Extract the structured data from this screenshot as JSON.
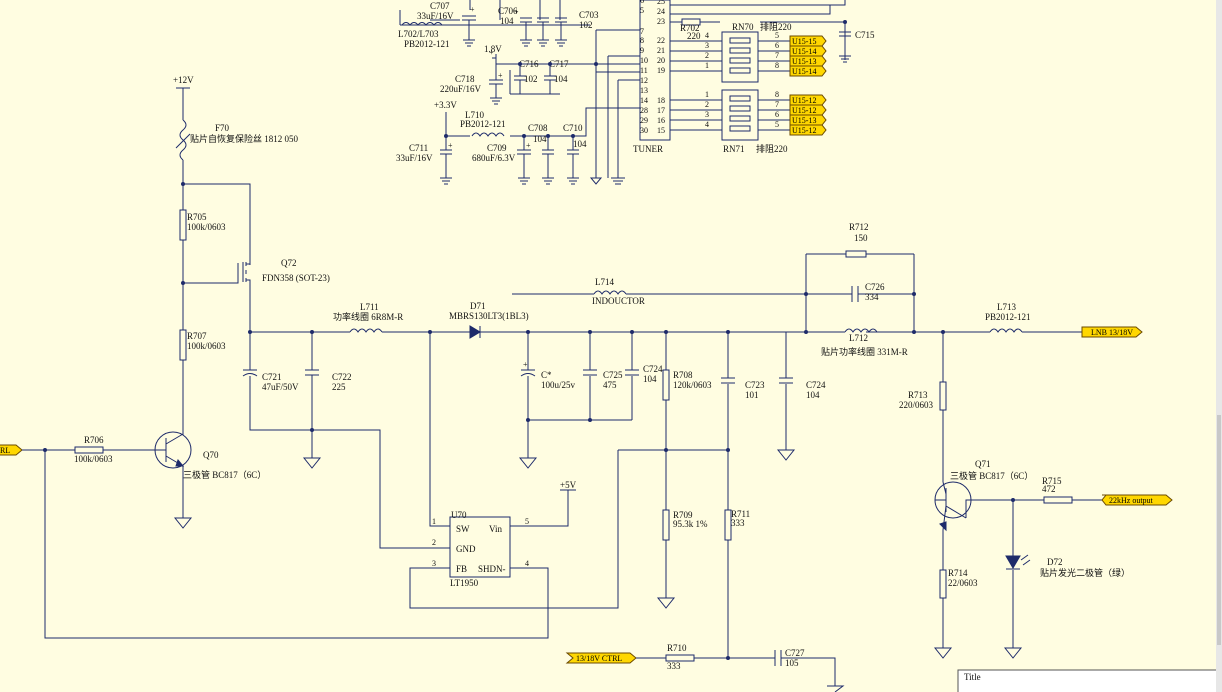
{
  "components": {
    "c707": {
      "ref": "C707",
      "value": "33uF/16V"
    },
    "l702": {
      "ref": "L702/L703",
      "value": "PB2012-121"
    },
    "c706": {
      "ref": "C706",
      "value": "104"
    },
    "c703": {
      "ref": "C703",
      "value": "102"
    },
    "v18": "1.8V",
    "c718": {
      "ref": "C718",
      "value": "220uF/16V"
    },
    "c716": {
      "ref": "C716",
      "value": "102"
    },
    "c717": {
      "ref": "C717",
      "value": "104"
    },
    "v33": "+3.3V",
    "l710": {
      "ref": "L710",
      "value": "PB2012-121"
    },
    "c711": {
      "ref": "C711",
      "value": "33uF/16V"
    },
    "c708": {
      "ref": "C708",
      "value": "104"
    },
    "c709": {
      "ref": "C709",
      "value": "680uF/6.3V"
    },
    "c710": {
      "ref": "C710",
      "value": "104"
    },
    "tuner": {
      "label": "TUNER"
    },
    "r702": {
      "ref": "R702",
      "value": "220"
    },
    "rn70": {
      "ref": "RN70",
      "value": "排阻220"
    },
    "rn71": {
      "ref": "RN71",
      "value": "排阻220"
    },
    "c715": {
      "ref": "C715"
    },
    "v12": "+12V",
    "f70": {
      "ref": "F70",
      "value": "贴片自恢复保险丝 1812 050"
    },
    "r705": {
      "ref": "R705",
      "value": "100k/0603"
    },
    "q72": {
      "ref": "Q72",
      "value": "FDN358 (SOT-23)"
    },
    "r707": {
      "ref": "R707",
      "value": "100k/0603"
    },
    "l711": {
      "ref": "L711",
      "value": "功率线圈 6R8M-R"
    },
    "d71": {
      "ref": "D71",
      "value": "MBRS130LT3(1BL3)"
    },
    "l714": {
      "ref": "L714",
      "value": "INDOUCTOR"
    },
    "r712": {
      "ref": "R712",
      "value": "150"
    },
    "c726": {
      "ref": "C726",
      "value": "334"
    },
    "l712": {
      "ref": "L712",
      "value": "贴片功率线圈 331M-R"
    },
    "l713": {
      "ref": "L713",
      "value": "PB2012-121"
    },
    "c721": {
      "ref": "C721",
      "value": "47uF/50V"
    },
    "c722": {
      "ref": "C722",
      "value": "225"
    },
    "cstar": {
      "ref": "C*",
      "value": "100u/25v"
    },
    "c725": {
      "ref": "C725",
      "value": "475"
    },
    "c724a": {
      "ref": "C724",
      "value": "104"
    },
    "r708": {
      "ref": "R708",
      "value": "120k/0603"
    },
    "c723": {
      "ref": "C723",
      "value": "101"
    },
    "c724b": {
      "ref": "C724",
      "value": "104"
    },
    "r713": {
      "ref": "R713",
      "value": "220/0603"
    },
    "r706": {
      "ref": "R706",
      "value": "100k/0603"
    },
    "q70": {
      "ref": "Q70",
      "value": "三极管 BC817（6C）"
    },
    "u70": {
      "ref": "U70",
      "part": "LT1950",
      "pins": {
        "sw": "SW",
        "vin": "Vin",
        "gnd": "GND",
        "fb": "FB",
        "shdn": "SHDN-"
      }
    },
    "v5": "+5V",
    "r709": {
      "ref": "R709",
      "value": "95.3k 1%"
    },
    "r711": {
      "ref": "R711",
      "value": "333"
    },
    "q71": {
      "ref": "Q71",
      "value": "三极管 BC817（6C）"
    },
    "r715": {
      "ref": "R715",
      "value": "472"
    },
    "d72": {
      "ref": "D72",
      "value": "贴片发光二极管（绿）"
    },
    "r714": {
      "ref": "R714",
      "value": "22/0603"
    },
    "r710": {
      "ref": "R710",
      "value": "333"
    },
    "c727": {
      "ref": "C727",
      "value": "105"
    }
  },
  "tuner_left_pins": [
    "6",
    "5",
    "7",
    "8",
    "9",
    "10",
    "11",
    "12",
    "13",
    "14",
    "28",
    "29",
    "30"
  ],
  "tuner_right_pins": [
    "25",
    "24",
    "23",
    "22",
    "21",
    "20",
    "19",
    "18",
    "17",
    "16",
    "15"
  ],
  "rn70_pins_left": [
    "4",
    "3",
    "2",
    "1"
  ],
  "rn70_pins_right": [
    "5",
    "6",
    "7",
    "8"
  ],
  "rn71_pins_left": [
    "1",
    "2",
    "3",
    "4"
  ],
  "rn71_pins_right": [
    "8",
    "7",
    "6",
    "5"
  ],
  "u15_upper": [
    "U15-15",
    "U15-14",
    "U15-13",
    "U15-14"
  ],
  "u15_lower": [
    "U15-12",
    "U15-12",
    "U15-13",
    "U15-12"
  ],
  "u70_pins": [
    "1",
    "2",
    "3",
    "5",
    "4"
  ],
  "ports": {
    "lnb": "LNB 13/18V",
    "out22k": "22kHz output",
    "ctrl1318": "13/18V CTRL",
    "ctrl_left": "RL"
  },
  "title_block": {
    "label": "Title"
  }
}
